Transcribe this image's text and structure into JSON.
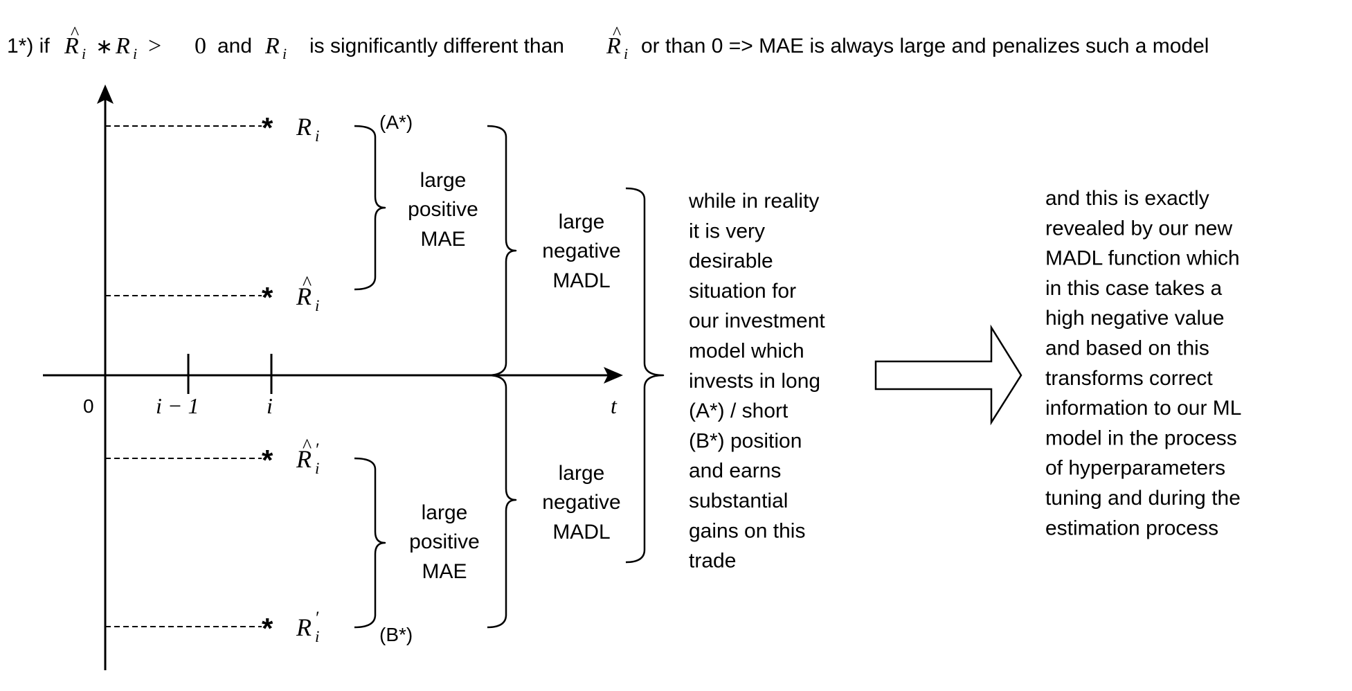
{
  "heading": {
    "prefix": "1*) if",
    "cond_part1": "and",
    "cond_part2": "is significantly different than",
    "cond_part3": "or than 0 => MAE is always large and penalizes such a model",
    "math": {
      "r_hat": "R",
      "r_hat_sub": "i",
      "times": "∗",
      "r": "R",
      "r_sub": "i",
      "gt": ">",
      "zero": "0"
    }
  },
  "axes": {
    "origin_label": "0",
    "tick_im1": "i − 1",
    "tick_i": "i",
    "x_label": "t"
  },
  "points": {
    "marker": "*",
    "r": {
      "base": "R",
      "sub": "i"
    },
    "r_hat": {
      "base": "R",
      "sub": "i"
    },
    "r_hat_prime": {
      "base": "R",
      "sub": "i",
      "prime": "′"
    },
    "r_prime": {
      "base": "R",
      "sub": "i",
      "prime": "′"
    }
  },
  "labels": {
    "a_star": "(A*)",
    "b_star": "(B*)",
    "mae_top": [
      "large",
      "positive",
      "MAE"
    ],
    "mae_bottom": [
      "large",
      "positive",
      "MAE"
    ],
    "madl_top": [
      "large",
      "negative",
      "MADL"
    ],
    "madl_bottom": [
      "large",
      "negative",
      "MADL"
    ]
  },
  "middle_text": [
    "while in reality",
    "it is very",
    "desirable",
    "situation  for",
    "our investment",
    "model which",
    "invests in long",
    "(A*) / short",
    "(B*) position",
    "and earns",
    "substantial",
    "gains on this",
    "trade"
  ],
  "right_text": [
    "and this is exactly",
    "revealed by our new",
    "MADL function which",
    "in this case takes a",
    "high negative value",
    "and based on this",
    "transforms correct",
    "information to our ML",
    "model in the process",
    "of hyperparameters",
    "tuning and during the",
    "estimation process"
  ]
}
